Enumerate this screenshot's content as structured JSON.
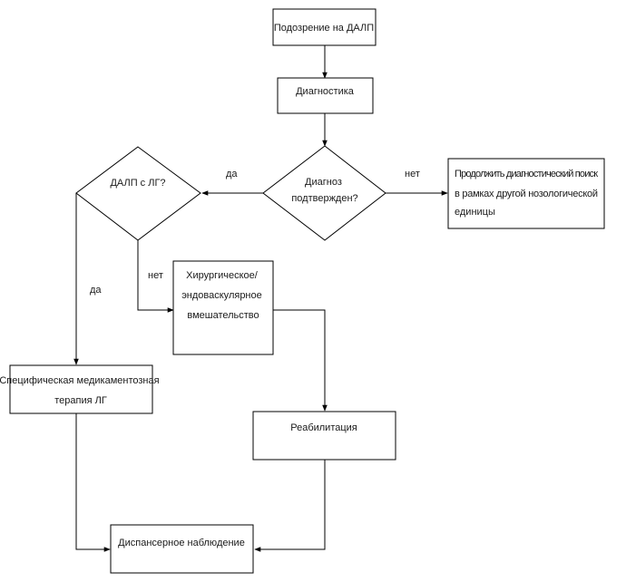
{
  "colors": {
    "stroke": "#000000",
    "fill": "#ffffff",
    "text": "#1a1a1a"
  },
  "nodes": {
    "suspicion": {
      "shape": "rect",
      "lines": [
        "Подозрение на ДАЛП"
      ]
    },
    "diagnostics": {
      "shape": "rect",
      "lines": [
        "Диагностика"
      ]
    },
    "confirmed": {
      "shape": "diamond",
      "lines": [
        "Диагноз",
        "подтвержден?"
      ]
    },
    "continue_search": {
      "shape": "rect",
      "lines": [
        "Продолжить диагностический поиск",
        "в рамках другой нозологической",
        "единицы"
      ]
    },
    "dalp_lg": {
      "shape": "diamond",
      "lines": [
        "ДАЛП с ЛГ?"
      ]
    },
    "surgery": {
      "shape": "rect",
      "lines": [
        "Хирургическое/",
        "эндоваскулярное",
        "вмешательство"
      ]
    },
    "therapy": {
      "shape": "rect",
      "lines": [
        "Специфическая медикаментозная",
        "терапия ЛГ"
      ]
    },
    "rehab": {
      "shape": "rect",
      "lines": [
        "Реабилитация"
      ]
    },
    "followup": {
      "shape": "rect",
      "lines": [
        "Диспансерное наблюдение"
      ]
    }
  },
  "edges": {
    "yes_confirmed": "да",
    "no_confirmed": "нет",
    "yes_lg": "да",
    "no_lg": "нет"
  }
}
